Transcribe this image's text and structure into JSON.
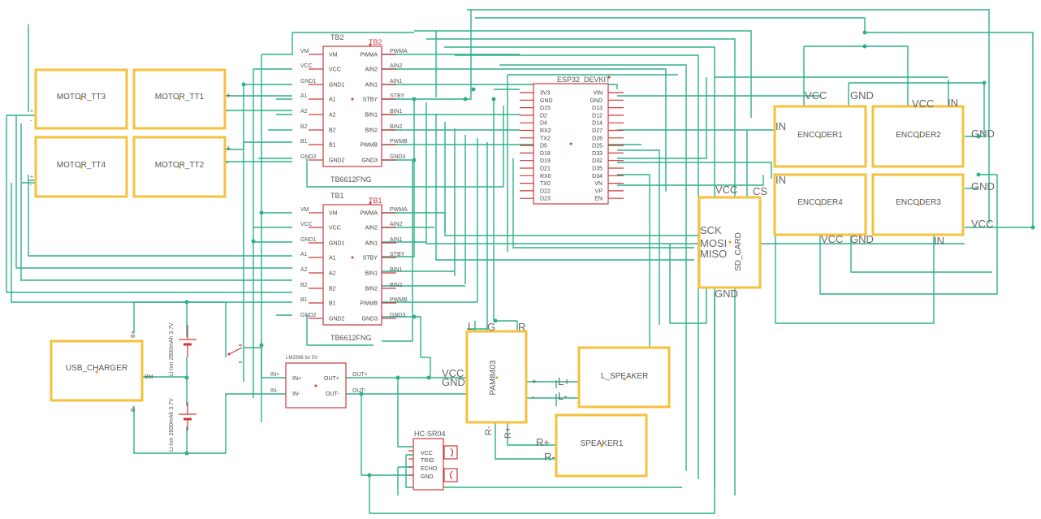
{
  "motors": {
    "tt3": "MOTOR_TT3",
    "tt1": "MOTOR_TT1",
    "tt4": "MOTOR_TT4",
    "tt2": "MOTOR_TT2",
    "plus": "+",
    "minus": "-"
  },
  "usb_charger": {
    "label": "USB_CHARGER",
    "pin_bplus": "B+",
    "pin_bm": "BM",
    "pin_bminus": "B-"
  },
  "batteries": {
    "top": "Li-Ion 2600mAh 3.7V",
    "bottom": "Li-Ion 2600mAh 3.7V"
  },
  "lm2596": {
    "title": "LM2596 for 5V",
    "in_plus": "IN+",
    "in_minus": "IN-",
    "out_plus": "OUT+",
    "out_minus": "OUT-",
    "net_in_plus": "IN+",
    "net_in_minus": "IN-",
    "net_out_plus": "OUT+",
    "net_out_minus": "OUT-"
  },
  "tb2": {
    "ref": "TB2",
    "ref_red": "TB2",
    "value": "TB6612FNG",
    "left_pins": [
      "VM",
      "VCC",
      "GND1",
      "A1",
      "A2",
      "B2",
      "B1",
      "GND2"
    ],
    "right_pins": [
      "PWMA",
      "AIN2",
      "AIN1",
      "STBY",
      "BIN1",
      "BIN2",
      "PWMB",
      "GND3"
    ],
    "left_nets": [
      "VM",
      "VCC",
      "GND1",
      "A1",
      "A2",
      "B2",
      "B1",
      "GND2"
    ],
    "right_nets": [
      "PWMA",
      "AIN2",
      "AIN1",
      "STBY",
      "BIN1",
      "BIN2",
      "PWMB",
      "GND3"
    ]
  },
  "tb1": {
    "ref": "TB1",
    "ref_red": "TB1",
    "value": "TB6612FNG",
    "left_pins": [
      "VM",
      "VCC",
      "GND1",
      "A1",
      "A2",
      "B2",
      "B1",
      "GND2"
    ],
    "right_pins": [
      "PWMA",
      "AIN2",
      "AIN1",
      "STBY",
      "BIN1",
      "BIN2",
      "PWMB",
      "GND3"
    ],
    "left_nets": [
      "VM",
      "VCC",
      "GND1",
      "A1",
      "A2",
      "B2",
      "B1",
      "GND2"
    ],
    "right_nets": [
      "PWMA",
      "AIN2",
      "AIN1",
      "STBY",
      "BIN1",
      "BIN2",
      "PWMB",
      "GND3"
    ]
  },
  "esp32": {
    "ref": "ESP32_DEVKIT",
    "left_pins": [
      "3V3",
      "GND",
      "D15",
      "D2",
      "D4",
      "RX2",
      "TX2",
      "D5",
      "D18",
      "D19",
      "D21",
      "RX0",
      "TX0",
      "D22",
      "D23"
    ],
    "right_pins": [
      "VIN",
      "GND",
      "D13",
      "D12",
      "D14",
      "D27",
      "D26",
      "D25",
      "D33",
      "D32",
      "D35",
      "D34",
      "VN",
      "VP",
      "EN"
    ]
  },
  "hcsr04": {
    "ref": "HC-SR04",
    "pins": [
      "VCC",
      "TRIG",
      "ECHO",
      "GND"
    ]
  },
  "pam8403": {
    "label": "PAM8403",
    "pin_l": "L",
    "pin_g": "G",
    "pin_r": "R",
    "vcc": "VCC",
    "gnd": "GND",
    "l_plus": "L+",
    "l_minus": "L-",
    "r_minus": "R-",
    "r_plus": "R+",
    "small_plus": "+",
    "small_minus": "-"
  },
  "l_speaker": {
    "label": "L_SPEAKER",
    "l_plus": "L+",
    "l_minus": "L-"
  },
  "speaker1": {
    "label": "SPEAKER1",
    "r_plus": "R+",
    "r_minus": "R-"
  },
  "sd_card": {
    "label": "SD_CARD",
    "vcc": "VCC",
    "cs": "CS",
    "sck": "SCK",
    "mosi": "MOSI",
    "miso": "MISO",
    "gnd": "GND"
  },
  "encoders": {
    "e1": "ENCODER1",
    "e2": "ENCODER2",
    "e3": "ENCODER3",
    "e4": "ENCODER4",
    "vcc": "VCC",
    "gnd": "GND",
    "in": "IN"
  },
  "colors": {
    "wire": "#2db08a",
    "box_border": "#f5c23e",
    "chip_red": "#cc3a3a"
  }
}
